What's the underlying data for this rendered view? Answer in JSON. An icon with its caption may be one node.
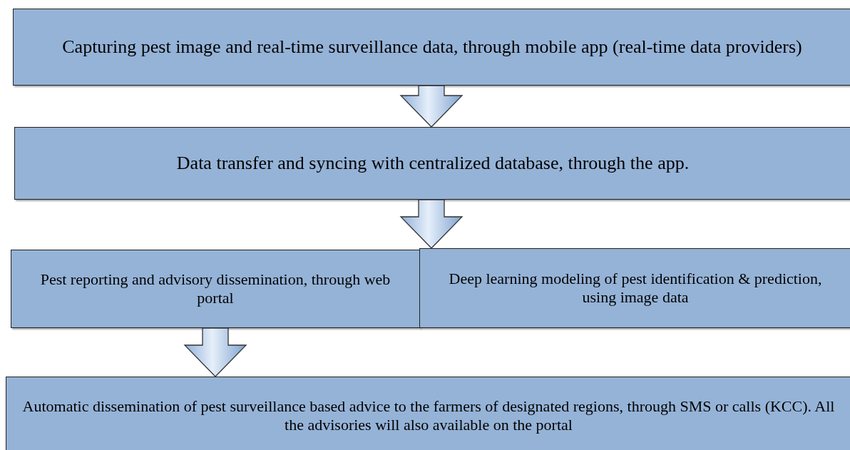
{
  "diagram": {
    "nodes": [
      {
        "text": [
          "Capturing pest image and real-time surveillance data, through mobile app (real-time data providers)"
        ]
      },
      {
        "text": [
          "Data transfer and syncing with centralized  database, through the app."
        ]
      },
      {
        "text": [
          "Pest reporting and advisory dissemination, through web portal"
        ]
      },
      {
        "text": [
          "Deep learning modeling of pest identification & prediction, using image data"
        ]
      },
      {
        "text": [
          "Automatic dissemination of pest surveillance based advice to the farmers of designated regions, through SMS or calls (KCC). All the advisories will also  available on the portal"
        ]
      }
    ],
    "edges": [
      {
        "from": 0,
        "to": 1,
        "arrow": "to"
      },
      {
        "from": 1,
        "to": 3,
        "arrow": "to"
      },
      {
        "from": 2,
        "to": 4,
        "arrow": "to"
      }
    ]
  }
}
